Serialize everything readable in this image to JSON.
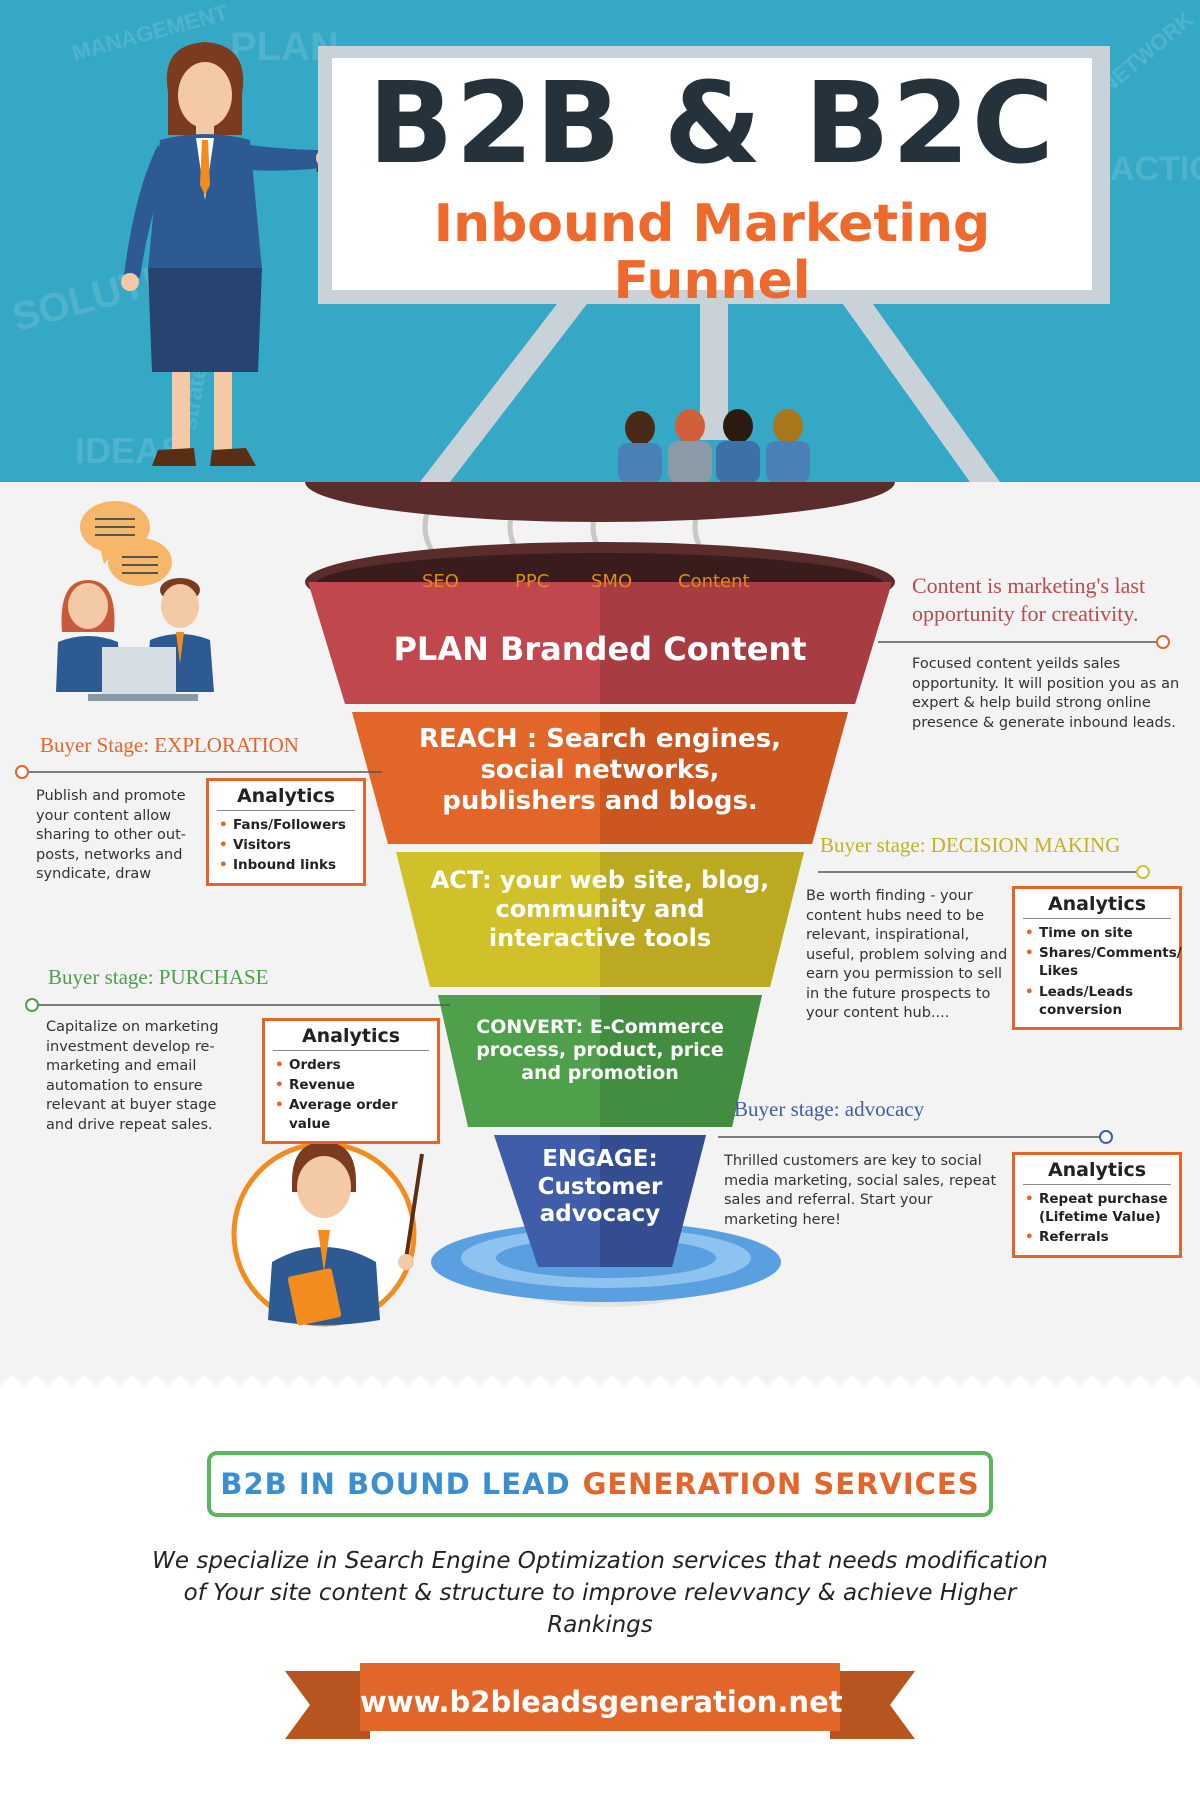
{
  "header": {
    "title": "B2B & B2C",
    "subtitle": "Inbound Marketing Funnel",
    "doodles": [
      "MANAGEMENT",
      "PLAN",
      "SOLUTION",
      "IDEAS",
      "strategy",
      "NETWORK",
      "ACTION"
    ]
  },
  "funnel": {
    "keywords": [
      "SEO",
      "PPC",
      "SMO",
      "Content"
    ],
    "tiers": [
      {
        "label": "PLAN Branded Content",
        "color": "#c0474e"
      },
      {
        "label": "REACH : Search engines, social networks, publishers and blogs.",
        "color": "#e2662a"
      },
      {
        "label": "ACT: your web site, blog, community and interactive tools",
        "color": "#d0c12a"
      },
      {
        "label": "CONVERT: E-Commerce process, product, price and promotion",
        "color": "#4ea04a"
      },
      {
        "label": "ENGAGE: Customer advocacy",
        "color": "#3f5da8"
      }
    ]
  },
  "callouts": {
    "creativity": {
      "heading": "Content is marketing's last opportunity for creativity.",
      "text": "Focused content yeilds sales opportunity. It will position you as an expert & help build strong online presence & generate inbound leads."
    },
    "exploration": {
      "stage": "Buyer Stage: EXPLORATION",
      "text": "Publish and promote your content allow sharing to other out-posts, networks and syndicate, draw",
      "analytics_title": "Analytics",
      "analytics": [
        "Fans/Followers",
        "Visitors",
        "Inbound links"
      ]
    },
    "decision": {
      "stage": "Buyer stage: DECISION MAKING",
      "text": "Be worth finding - your content hubs need to be relevant, inspirational, useful, problem solving and earn you permission to sell in the future prospects to your content hub....",
      "analytics_title": "Analytics",
      "analytics": [
        "Time on site",
        "Shares/Comments/ Likes",
        "Leads/Leads conversion"
      ]
    },
    "purchase": {
      "stage": "Buyer stage: PURCHASE",
      "text": "Capitalize on marketing investment develop re-marketing and email automation to ensure relevant at buyer stage and drive repeat sales.",
      "analytics_title": "Analytics",
      "analytics": [
        "Orders",
        "Revenue",
        "Average order value"
      ]
    },
    "advocacy": {
      "stage": "Buyer stage: advocacy",
      "text": "Thrilled customers are key to social media marketing, social sales, repeat sales and referral. Start your marketing here!",
      "analytics_title": "Analytics",
      "analytics": [
        "Repeat purchase (Lifetime Value)",
        "Referrals"
      ]
    }
  },
  "footer": {
    "services_part1": "B2B IN BOUND LEAD",
    "services_part2": "GENERATION SERVICES",
    "tagline": "We specialize in Search Engine Optimization services that needs modification of Your site content & structure to improve relevvancy & achieve Higher Rankings",
    "url": "www.b2bleadsgeneration.net"
  },
  "colors": {
    "header_bg": "#35a8c6",
    "accent_orange": "#e2662a",
    "green": "#5db55d",
    "blue": "#3a8fd1",
    "dark_text": "#26323b"
  }
}
